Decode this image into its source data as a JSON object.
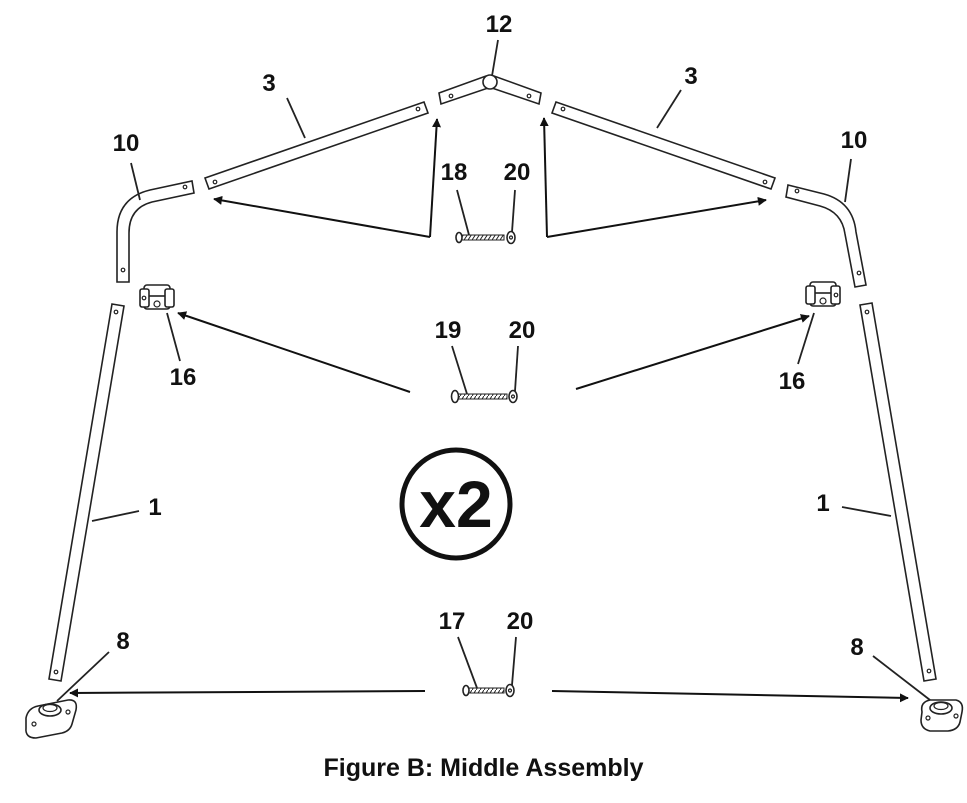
{
  "caption": "Figure B:  Middle Assembly",
  "multiplier": "x2",
  "labels": {
    "part1_left": "1",
    "part1_right": "1",
    "part3_left": "3",
    "part3_right": "3",
    "part8_left": "8",
    "part8_right": "8",
    "part10_left": "10",
    "part10_right": "10",
    "part12": "12",
    "part16_left": "16",
    "part16_right": "16",
    "part17": "17",
    "part18": "18",
    "part19": "19",
    "part20_top": "20",
    "part20_middle": "20",
    "part20_bottom": "20"
  }
}
